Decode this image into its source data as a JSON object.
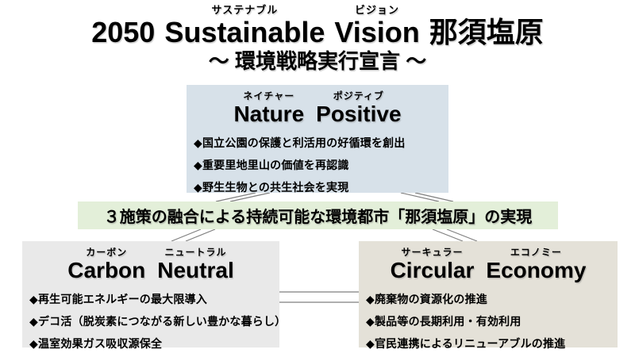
{
  "header": {
    "title_prefix": "2050",
    "title_words": [
      {
        "text": "Sustainable",
        "ruby": "サステナブル"
      },
      {
        "text": "Vision",
        "ruby": "ビジョン"
      }
    ],
    "title_suffix": "那須塩原",
    "subtitle": "～ 環境戦略実行宣言 ～"
  },
  "goal_band": {
    "text": "３施策の融合による持続可能な環境都市「那須塩原」の実現",
    "bg": "#e3efd9"
  },
  "boxes": {
    "nature_positive": {
      "bg": "#d7e1e9",
      "words": [
        {
          "text": "Nature",
          "ruby": "ネイチャー"
        },
        {
          "text": "Positive",
          "ruby": "ポジティブ"
        }
      ],
      "bullets": [
        "◆国立公園の保護と利活用の好循環を創出",
        "◆重要里地里山の価値を再認識",
        "◆野生生物との共生社会を実現"
      ]
    },
    "carbon_neutral": {
      "bg": "#e9e9e9",
      "words": [
        {
          "text": "Carbon",
          "ruby": "カーボン"
        },
        {
          "text": "Neutral",
          "ruby": "ニュートラル"
        }
      ],
      "bullets": [
        "◆再生可能エネルギーの最大限導入",
        "◆デコ活（脱炭素につながる新しい豊かな暮らし）",
        "◆温室効果ガス吸収源保全"
      ]
    },
    "circular_economy": {
      "bg": "#e4e1d8",
      "words": [
        {
          "text": "Circular",
          "ruby": "サーキュラー"
        },
        {
          "text": "Economy",
          "ruby": "エコノミー"
        }
      ],
      "bullets": [
        "◆廃棄物の資源化の推進",
        "◆製品等の長期利用・有効利用",
        "◆官民連携によるリニューアブルの推進"
      ]
    }
  },
  "connector_color": "#7f7f7f"
}
